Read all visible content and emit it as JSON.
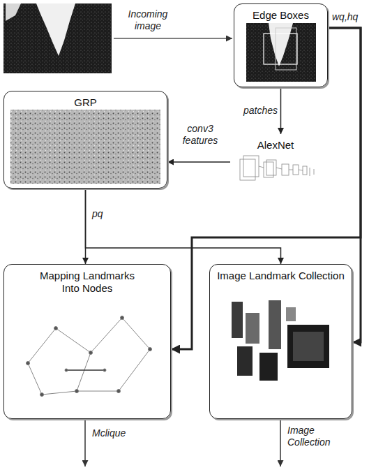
{
  "diagram": {
    "nodes": [
      {
        "text": [
          "Edge Boxes"
        ]
      },
      {
        "text": [
          "GRP"
        ]
      },
      {
        "text": [
          "AlexNet"
        ]
      },
      {
        "text": [
          "Mapping Landmarks Into Nodes"
        ]
      },
      {
        "text": [
          "Image Landmark Collection"
        ]
      }
    ],
    "edges": [
      {
        "from": 0,
        "to": 2,
        "label": "patches",
        "arrow": "to"
      },
      {
        "from": 2,
        "to": 1,
        "label": "conv3 features",
        "arrow": "to"
      },
      {
        "from": 0,
        "to": 3,
        "label": "wq,hq",
        "arrow": "to"
      },
      {
        "from": 0,
        "to": 4,
        "arrow": "to"
      },
      {
        "from": 1,
        "to": 3,
        "label": "pq",
        "arrow": "to"
      },
      {
        "from": 1,
        "to": 4,
        "arrow": "to"
      }
    ],
    "labels": [
      "Incoming image",
      "Mclique",
      "Image Collection"
    ]
  }
}
